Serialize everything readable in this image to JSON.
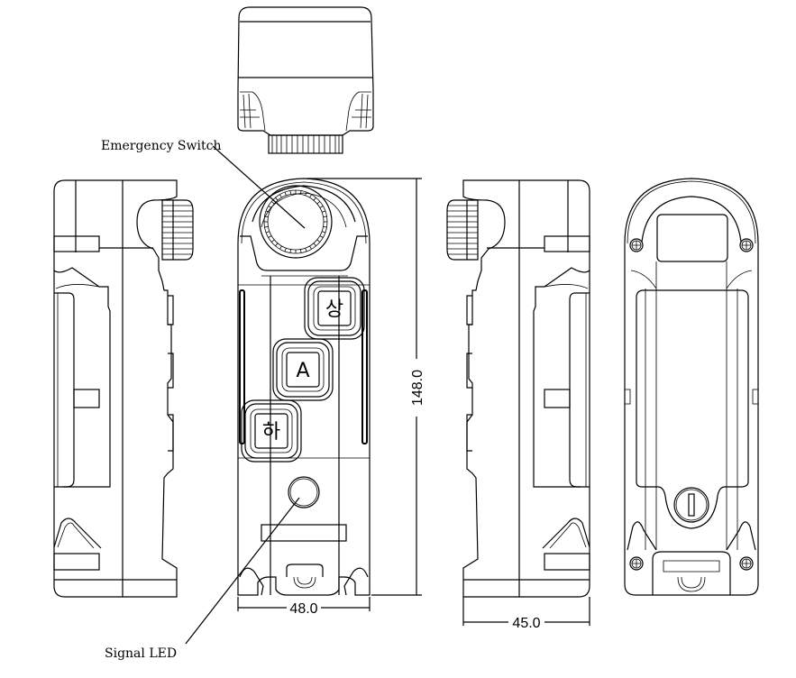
{
  "drawing": {
    "title": "Pendant switch outline drawing",
    "line_color": "#000000",
    "background": "#ffffff"
  },
  "callouts": {
    "emergency_switch": "Emergency Switch",
    "signal_led": "Signal LED"
  },
  "dimensions": {
    "height": "148.0",
    "front_width": "48.0",
    "side_depth": "45.0"
  },
  "buttons": [
    {
      "label": "상",
      "meaning": "up"
    },
    {
      "label": "A",
      "meaning": "auto"
    },
    {
      "label": "하",
      "meaning": "down"
    }
  ],
  "views": [
    "top-view",
    "left-side-view",
    "front-view",
    "right-side-view",
    "rear-view"
  ]
}
